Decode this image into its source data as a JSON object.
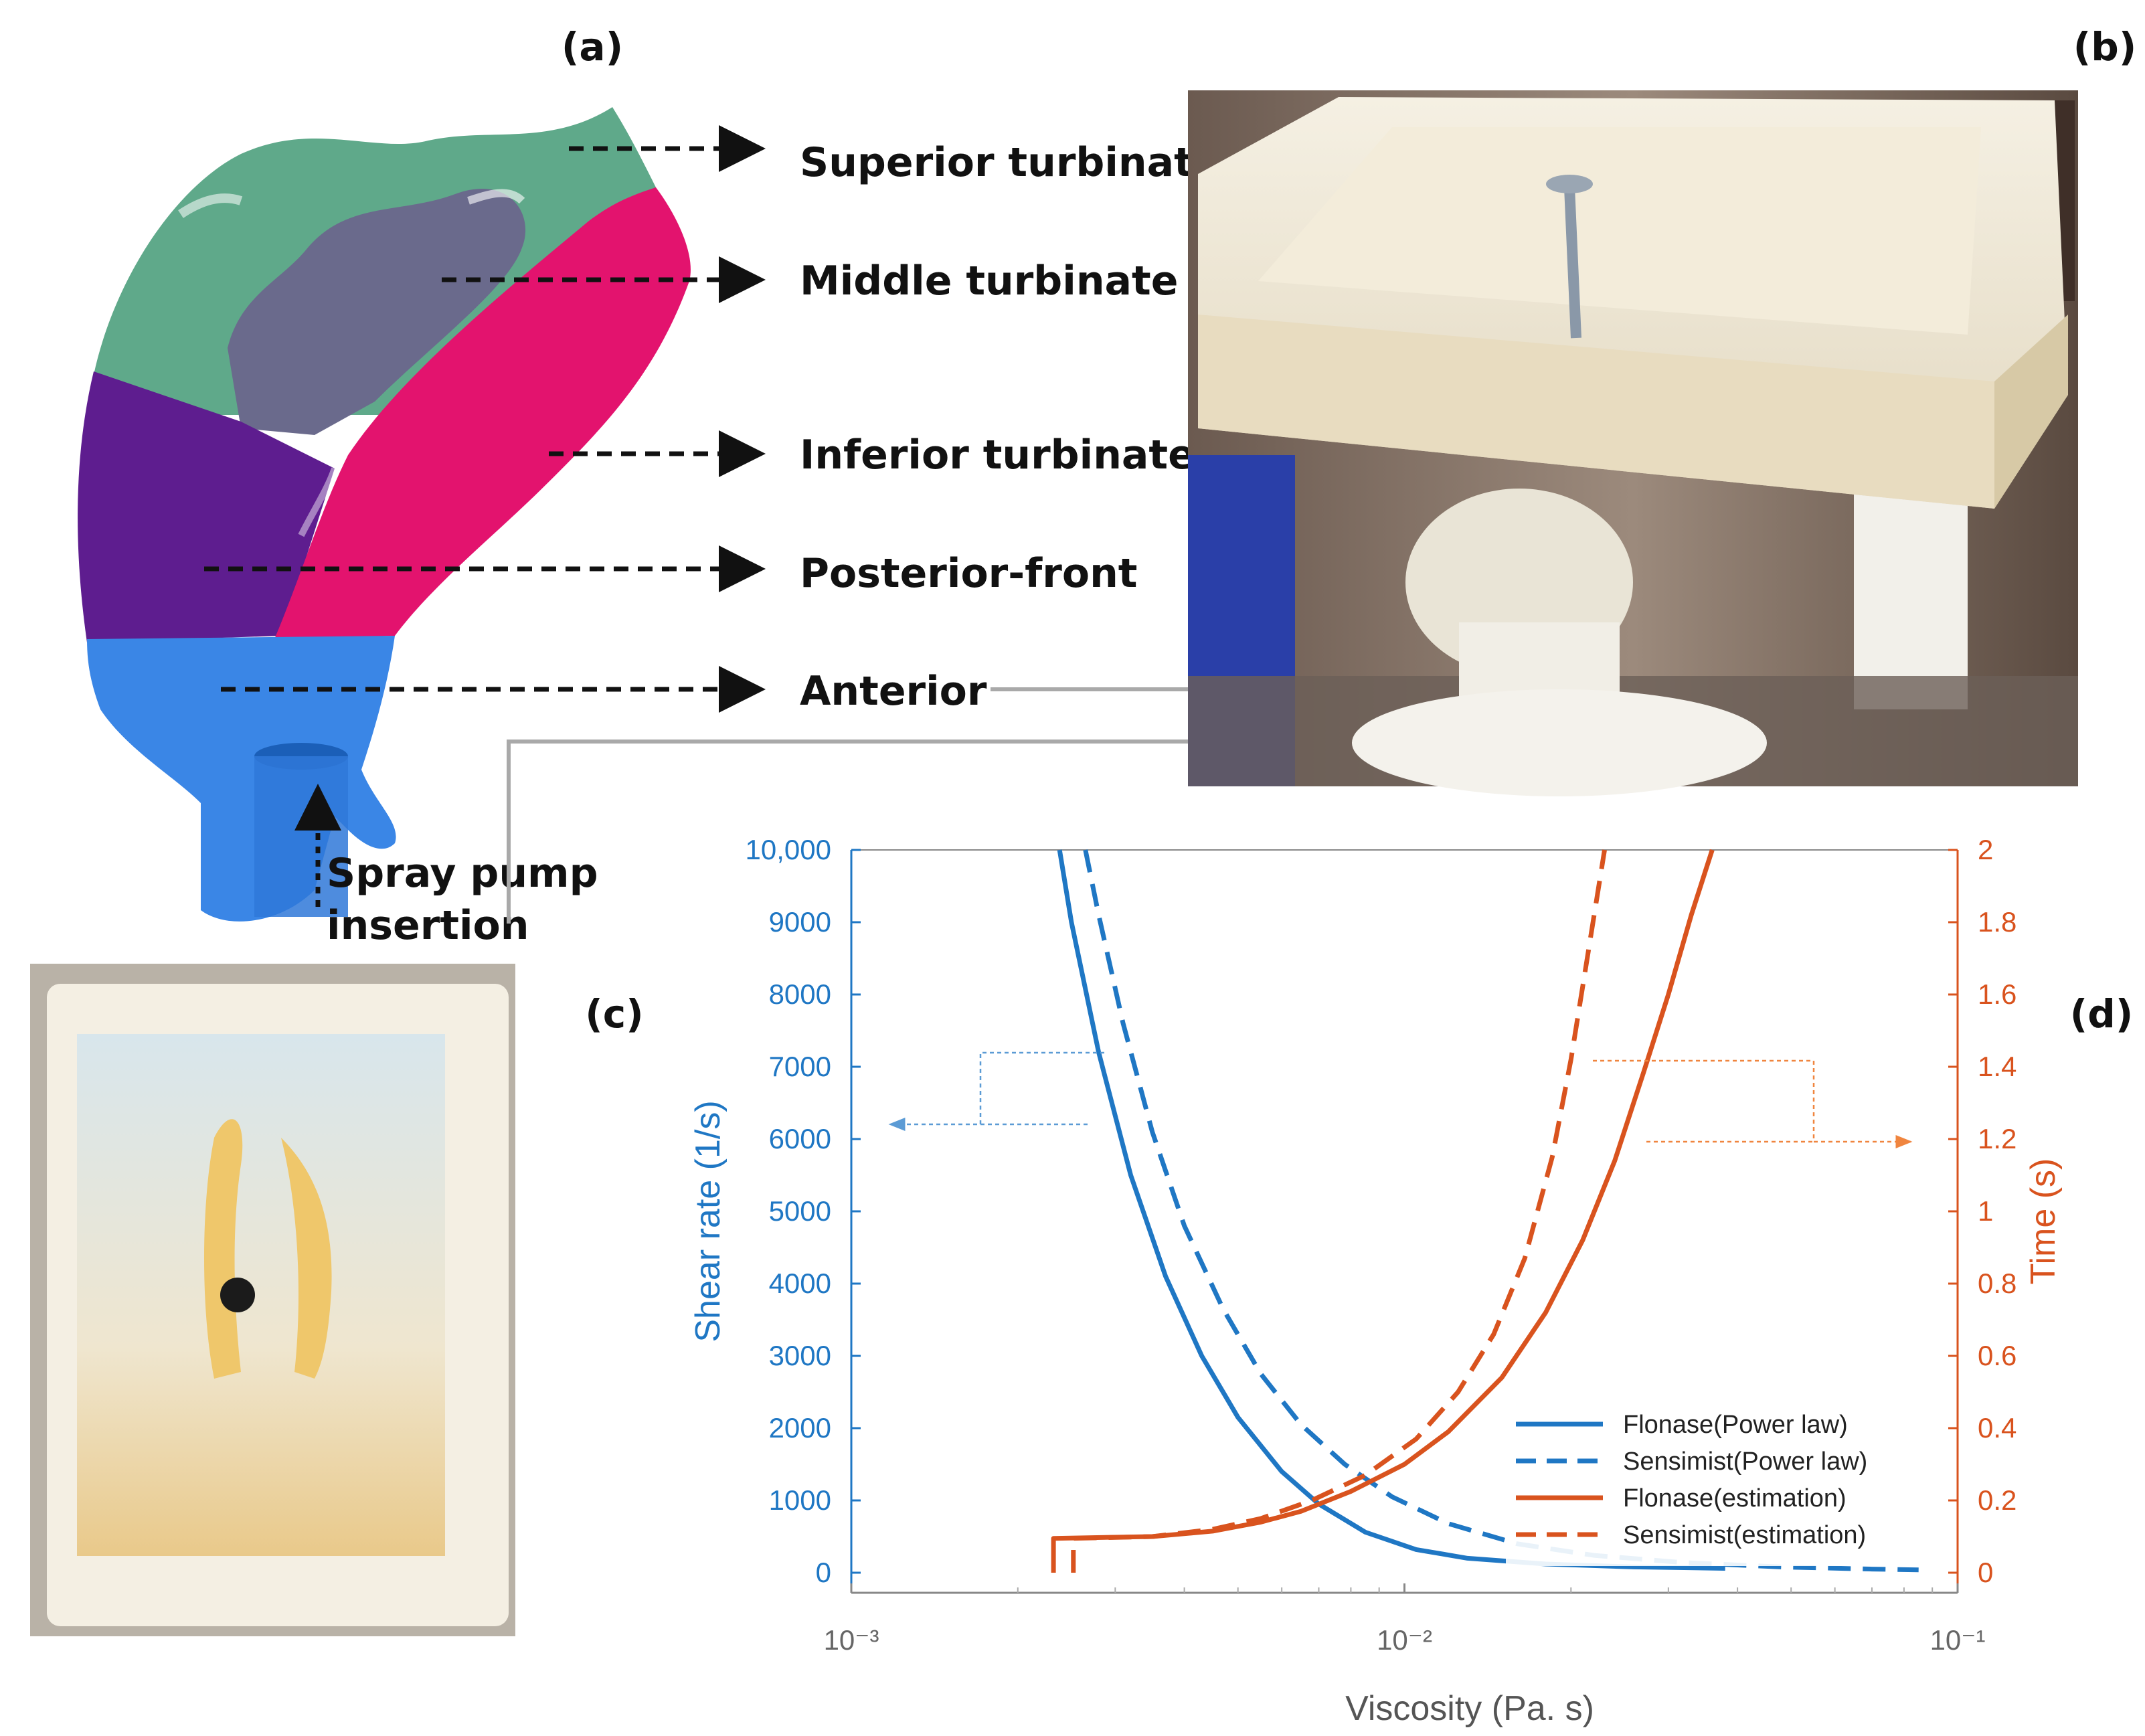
{
  "panels": {
    "a": "(a)",
    "b": "(b)",
    "c": "(c)",
    "d": "(d)"
  },
  "regions": {
    "superior": "Superior turbinate",
    "middle": "Middle turbinate",
    "inferior": "Inferior turbinate",
    "posterior_front": "Posterior-front",
    "anterior": "Anterior",
    "spray_line1": "Spray pump",
    "spray_line2": "insertion"
  },
  "colors": {
    "blue": "#1f77c4",
    "orange": "#d9531e",
    "superior": "#5fa98a",
    "middle": "#6a6a8c",
    "inferior": "#e3136e",
    "posterior": "#5e1d8f",
    "anterior": "#3a86e6"
  },
  "chart_data": {
    "type": "line",
    "xlabel": "Viscosity (Pa. s)",
    "xscale": "log",
    "xlim": [
      0.001,
      0.1
    ],
    "x_ticks": [
      "10⁻³",
      "10⁻²",
      "10⁻¹"
    ],
    "y_left": {
      "label": "Shear rate (1/s)",
      "lim": [
        0,
        10000
      ],
      "ticks": [
        "0",
        "1000",
        "2000",
        "3000",
        "4000",
        "5000",
        "6000",
        "7000",
        "8000",
        "9000",
        "10,000"
      ]
    },
    "y_right": {
      "label": "Time (s)",
      "lim": [
        0,
        2
      ],
      "ticks": [
        "0",
        "0.2",
        "0.4",
        "0.6",
        "0.8",
        "1",
        "1.2",
        "1.4",
        "1.6",
        "1.8",
        "2"
      ]
    },
    "legend_position": "bottom-right",
    "series": [
      {
        "name": "Flonase(Power law)",
        "axis": "left",
        "color": "#1f77c4",
        "dash": "solid",
        "x": [
          0.00238,
          0.0025,
          0.0028,
          0.0032,
          0.0037,
          0.0043,
          0.005,
          0.006,
          0.007,
          0.0085,
          0.0105,
          0.013,
          0.018,
          0.026,
          0.038
        ],
        "y": [
          10000,
          9000,
          7200,
          5500,
          4100,
          3000,
          2150,
          1400,
          950,
          560,
          320,
          200,
          120,
          80,
          60
        ]
      },
      {
        "name": "Sensimist(Power law)",
        "axis": "left",
        "color": "#1f77c4",
        "dash": "dashed",
        "x": [
          0.00265,
          0.0028,
          0.0031,
          0.0035,
          0.004,
          0.0047,
          0.0055,
          0.0065,
          0.0078,
          0.0095,
          0.012,
          0.016,
          0.022,
          0.032,
          0.048,
          0.07,
          0.085
        ],
        "y": [
          10000,
          9100,
          7600,
          6100,
          4800,
          3650,
          2750,
          2050,
          1500,
          1050,
          680,
          400,
          240,
          140,
          80,
          50,
          40
        ]
      },
      {
        "name": "Flonase(estimation)",
        "axis": "right",
        "color": "#d9531e",
        "dash": "solid",
        "x": [
          0.00232,
          0.00232,
          0.0035,
          0.0045,
          0.0055,
          0.0065,
          0.008,
          0.01,
          0.012,
          0.015,
          0.018,
          0.021,
          0.024,
          0.027,
          0.03,
          0.033,
          0.036
        ],
        "y": [
          0.0,
          0.095,
          0.1,
          0.115,
          0.14,
          0.17,
          0.225,
          0.3,
          0.39,
          0.54,
          0.72,
          0.92,
          1.14,
          1.38,
          1.6,
          1.82,
          2.0
        ]
      },
      {
        "name": "Sensimist(estimation)",
        "axis": "right",
        "color": "#d9531e",
        "dash": "dashed",
        "x": [
          0.00252,
          0.00252,
          0.0035,
          0.0045,
          0.0055,
          0.0068,
          0.0085,
          0.0105,
          0.0125,
          0.0145,
          0.0165,
          0.0185,
          0.02,
          0.0215,
          0.023
        ],
        "y": [
          0.0,
          0.095,
          0.1,
          0.12,
          0.15,
          0.2,
          0.27,
          0.37,
          0.5,
          0.66,
          0.87,
          1.15,
          1.42,
          1.72,
          2.0
        ]
      }
    ]
  }
}
